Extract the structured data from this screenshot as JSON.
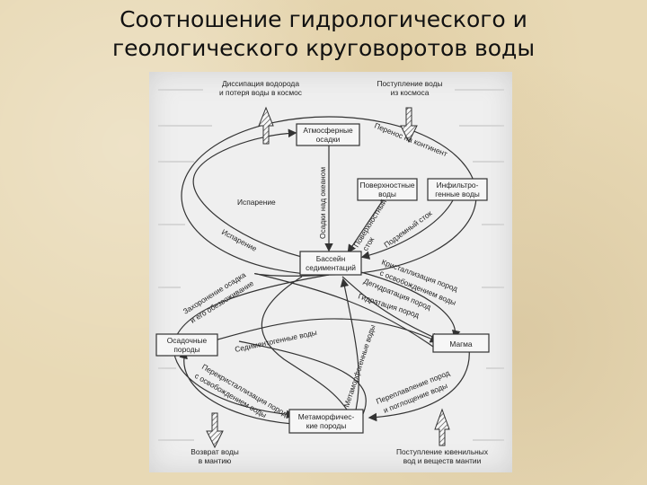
{
  "title": {
    "line1": "Соотношение гидрологического и",
    "line2": "геологического круговоротов воды"
  },
  "nodes": {
    "atm": [
      "Атмосферные",
      "осадки"
    ],
    "surface": [
      "Поверхностные",
      "воды"
    ],
    "infil": [
      "Инфильтро-",
      "генные воды"
    ],
    "basin": [
      "Бассейн",
      "седиментаций"
    ],
    "sedrock": [
      "Осадочные",
      "породы"
    ],
    "magma": "Магма",
    "meta": [
      "Метаморфичес-",
      "кие породы"
    ]
  },
  "corner_labels": {
    "top_left": [
      "Диссипация водорода",
      "и потеря воды в космос"
    ],
    "top_right": [
      "Поступление воды",
      "из космоса"
    ],
    "bottom_left": [
      "Возврат воды",
      "в мантию"
    ],
    "bottom_right": [
      "Поступление ювенильных",
      "вод и веществ мантии"
    ]
  },
  "flow_labels": {
    "transfer": "Перенос на континент",
    "evap1": "Испарение",
    "evap2": "Испарение",
    "precip_ocean": "Осадки над океаном",
    "surface_runoff": [
      "Поверхностный",
      "сток"
    ],
    "underground_runoff": "Подземный сток",
    "burial": [
      "Захоронение осадка",
      "и его обезвоживание"
    ],
    "crystal": [
      "Кристаллизация пород",
      "с освобождением воды"
    ],
    "dehydration": "Дегидратация пород",
    "hydration": "Гидратация пород",
    "sedimentogenic": "Седиментогенные воды",
    "metamorphogenic": "Метаморфогенные воды",
    "recrystal": [
      "Перекристаллизация пород",
      "с освобождением воды"
    ],
    "remelt": [
      "Переплавление пород",
      "и поглощение воды"
    ]
  }
}
